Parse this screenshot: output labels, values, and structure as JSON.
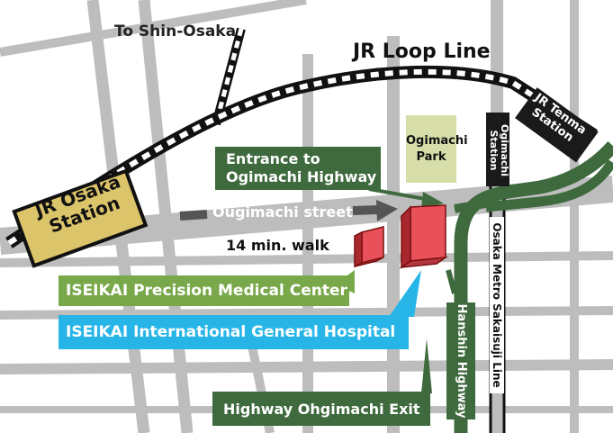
{
  "labels": {
    "to_shin_osaka": "To Shin-Osaka",
    "jr_loop_line": "JR Loop Line",
    "jr_osaka_station": [
      "JR Osaka",
      "Station"
    ],
    "jr_tenma_station": [
      "JR Tenma",
      "Station"
    ],
    "ogimachi_station": [
      "Ogimachi",
      "Station"
    ],
    "ogimachi_park": [
      "Ogimachi",
      "Park"
    ],
    "entrance_ogimachi_highway": [
      "Entrance to",
      "Ogimachi Highway"
    ],
    "ougimachi_street": "Ougimachi street",
    "walk_time": "14 min. walk",
    "precision_medical_center": "ISEIKAI Precision Medical Center",
    "international_general_hospital": "ISEIKAI International General Hospital",
    "hanshin_highway": "Hanshin Highway",
    "osaka_metro_sakaisuji_line": "Osaka Metro Sakaisuji Line",
    "highway_ohgimachi_exit": "Highway Ohgimachi Exit"
  },
  "colors": {
    "road": "#bdbdbd",
    "highway": "#3e6a3e",
    "station_fill": "#dcc46a",
    "park_fill": "#d7deaa",
    "building_red": "#e8505a",
    "precision_box": "#79a84a",
    "hospital_box": "#27b5e8",
    "arrow_gray": "#555555"
  }
}
